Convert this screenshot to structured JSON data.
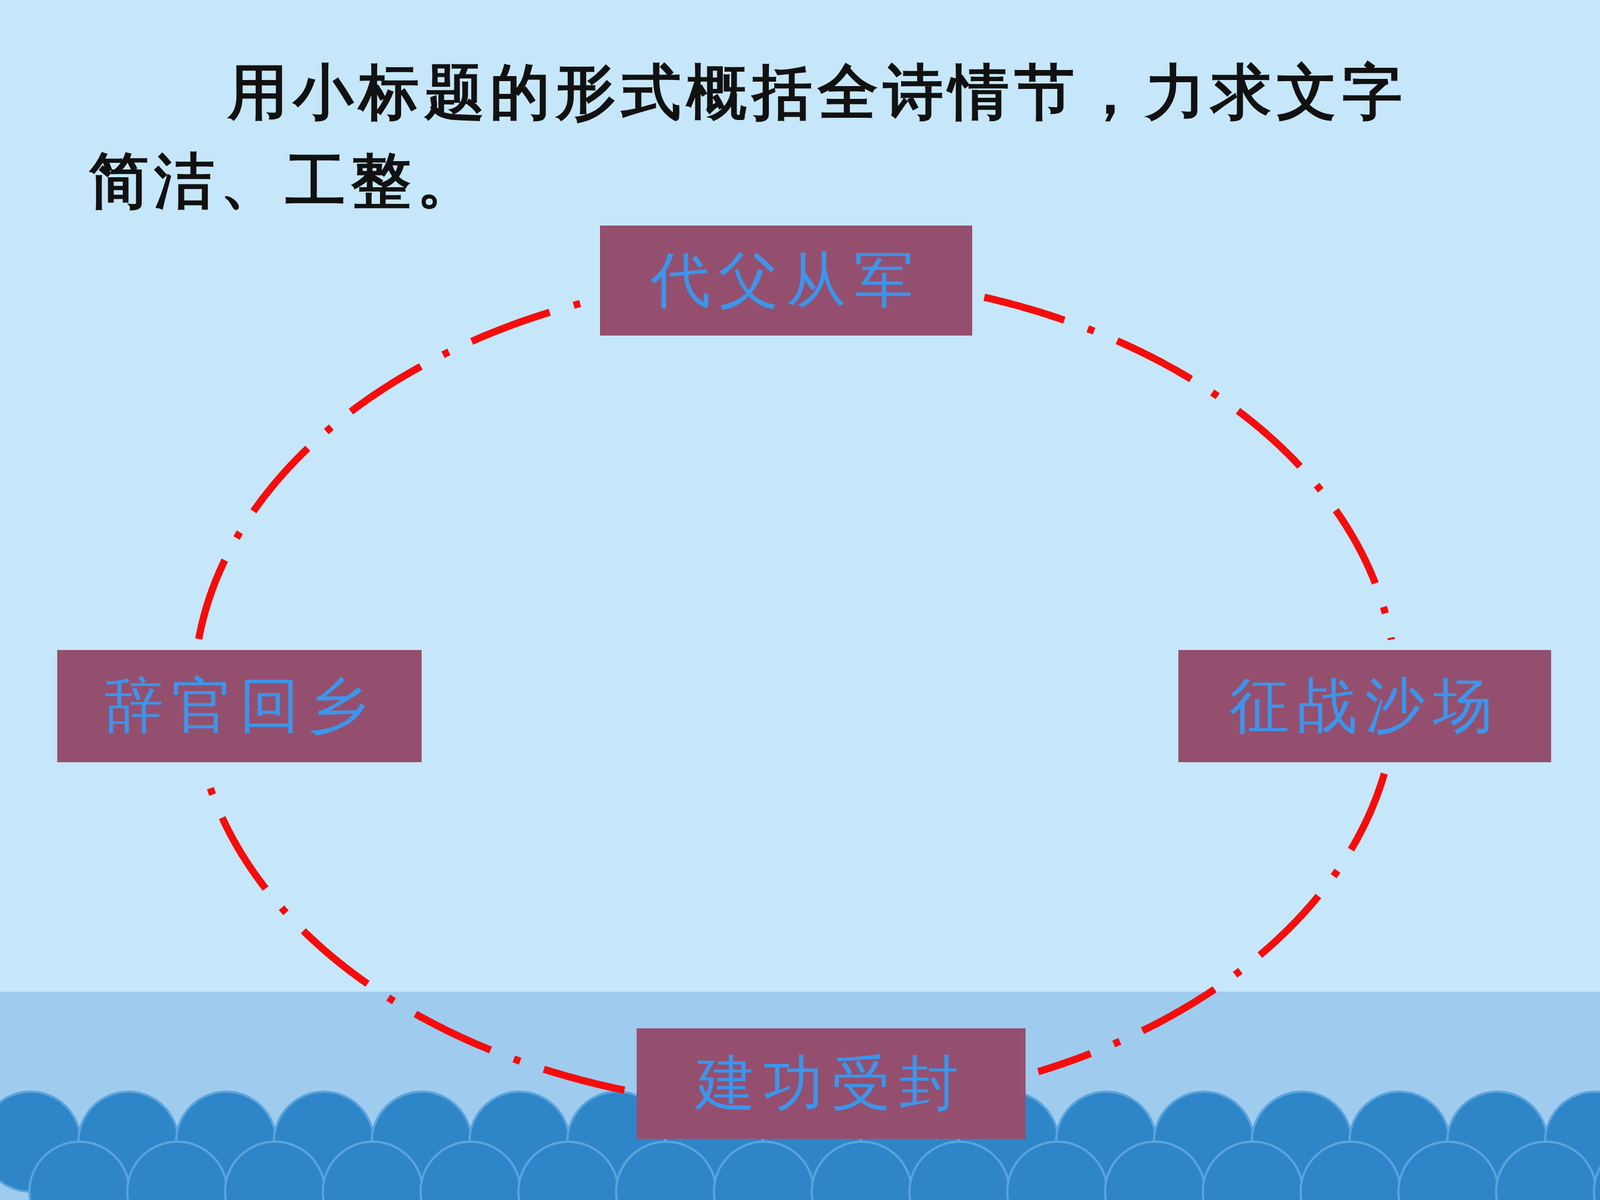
{
  "diagram": {
    "title": "用小标题的形式概括全诗情节，力求文字简洁、工整。",
    "nodes": [
      {
        "text": [
          "代父从军"
        ]
      },
      {
        "text": [
          "征战沙场"
        ]
      },
      {
        "text": [
          "建功受封"
        ]
      },
      {
        "text": [
          "辞官回乡"
        ]
      }
    ],
    "edges": [
      {
        "from": 0,
        "to": 1,
        "arrow": "none"
      },
      {
        "from": 1,
        "to": 2,
        "arrow": "none"
      },
      {
        "from": 2,
        "to": 3,
        "arrow": "none"
      },
      {
        "from": 3,
        "to": 0,
        "arrow": "none"
      }
    ]
  }
}
